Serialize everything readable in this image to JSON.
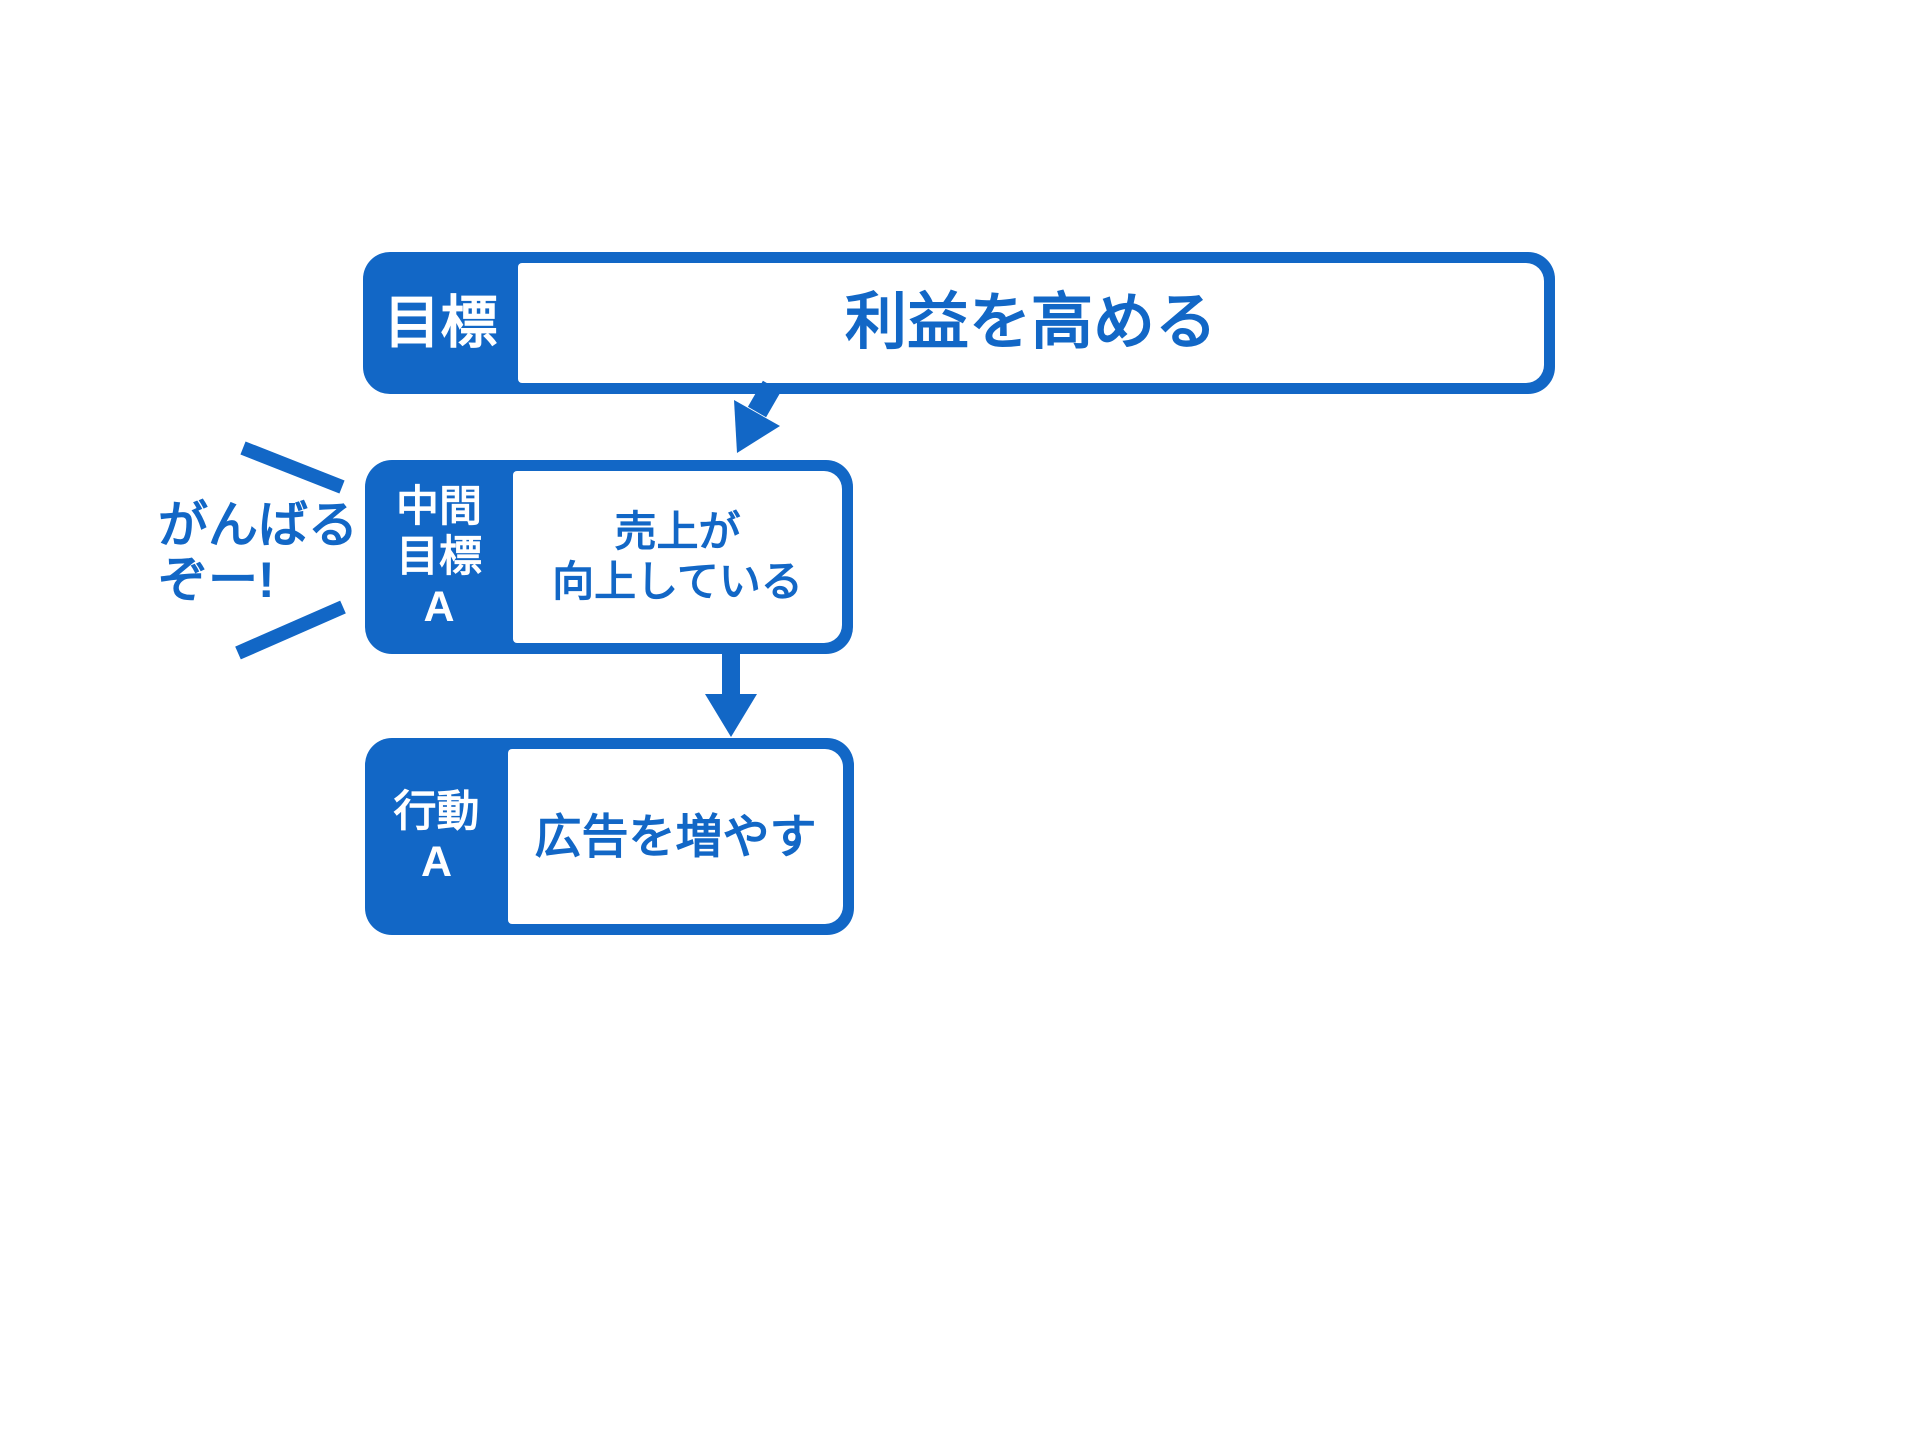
{
  "colors": {
    "primary_blue": "#1267C6",
    "background": "#FFFFFF",
    "box_label_text": "#FFFFFF",
    "box_content_text": "#1267C6"
  },
  "diagram": {
    "goal_box": {
      "label": "目標",
      "content": "利益を高める"
    },
    "intermediate_box": {
      "label_line1": "中間",
      "label_line2": "目標",
      "label_line3": "A",
      "content_line1": "売上が",
      "content_line2": "向上している"
    },
    "action_box": {
      "label_line1": "行動",
      "label_line2": "A",
      "content": "広告を増やす"
    },
    "annotation": {
      "line1": "がんばる",
      "line2": "ぞー!"
    }
  }
}
